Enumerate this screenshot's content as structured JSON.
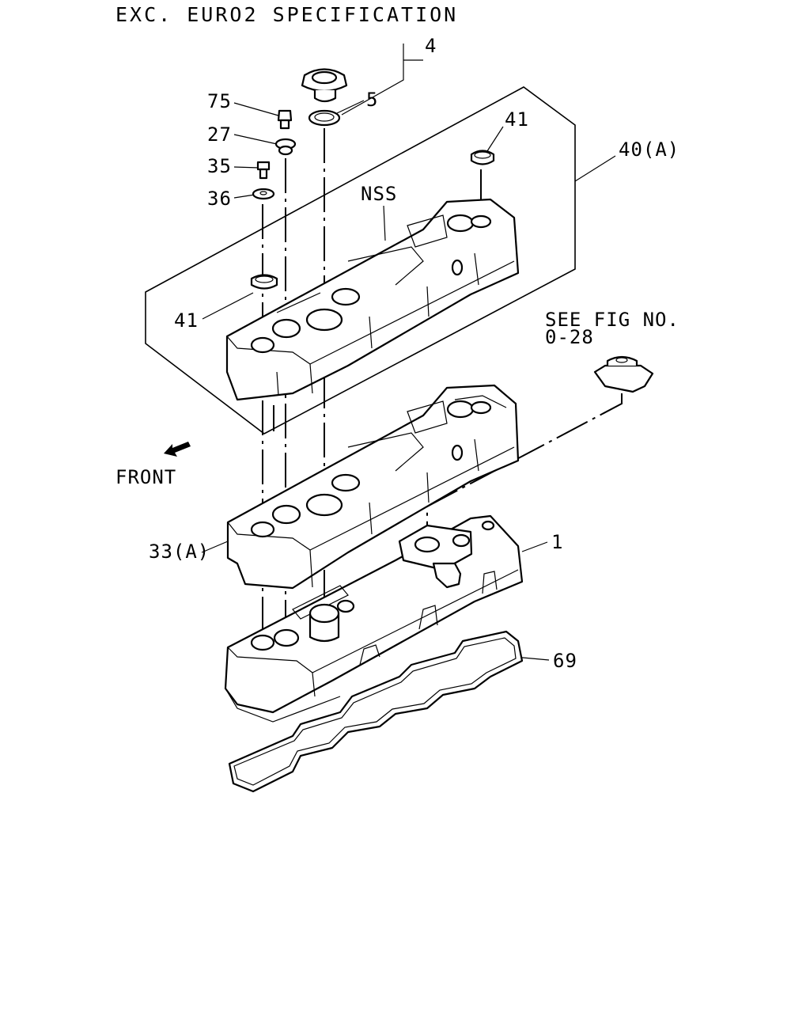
{
  "diagram": {
    "title": "EXC. EURO2 SPECIFICATION",
    "front_label": "FRONT",
    "see_fig_line1": "SEE FIG NO.",
    "see_fig_line2": "0-28",
    "nss_label": "NSS",
    "callouts": {
      "c4": "4",
      "c5": "5",
      "c75": "75",
      "c27": "27",
      "c35": "35",
      "c36": "36",
      "c41_top": "41",
      "c41_left": "41",
      "c40a": "40(A)",
      "c33a": "33(A)",
      "c1": "1",
      "c69": "69"
    }
  }
}
